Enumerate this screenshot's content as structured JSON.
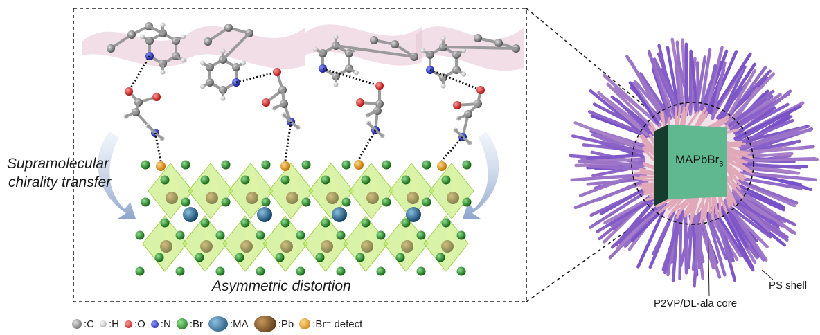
{
  "labels": {
    "transfer_line1": "Supramolecular",
    "transfer_line2": "chirality transfer",
    "distortion": "Asymmetric distortion",
    "cube_label_main": "MAPbBr",
    "cube_label_sub": "3",
    "shell": "PS shell",
    "core": "P2VP/DL-ala core"
  },
  "legend": [
    {
      "symbol": "gray-sphere",
      "text": ":C",
      "color": "#7a7a7a"
    },
    {
      "symbol": "white-sphere",
      "text": ":H",
      "color": "#e8e8e8"
    },
    {
      "symbol": "red-sphere",
      "text": ":O",
      "color": "#d41f1f"
    },
    {
      "symbol": "blue-sphere",
      "text": ":N",
      "color": "#1f2fc4"
    },
    {
      "symbol": "green-sphere",
      "text": ":Br",
      "color": "#2e9a2e"
    },
    {
      "symbol": "teal-sphere",
      "text": ":MA",
      "color": "#2a6f9a"
    },
    {
      "symbol": "brown-sphere",
      "text": ":Pb",
      "color": "#6b4516"
    },
    {
      "symbol": "orange-sphere",
      "text": ":Br⁻ defect",
      "color": "#f0a020"
    }
  ],
  "colors": {
    "octahedron": "#b8e860",
    "shell_rods": "#9a72c8",
    "core_rods": "#e0a8b8",
    "cube": "#5fb88f",
    "arrow": "#9aaed0"
  }
}
